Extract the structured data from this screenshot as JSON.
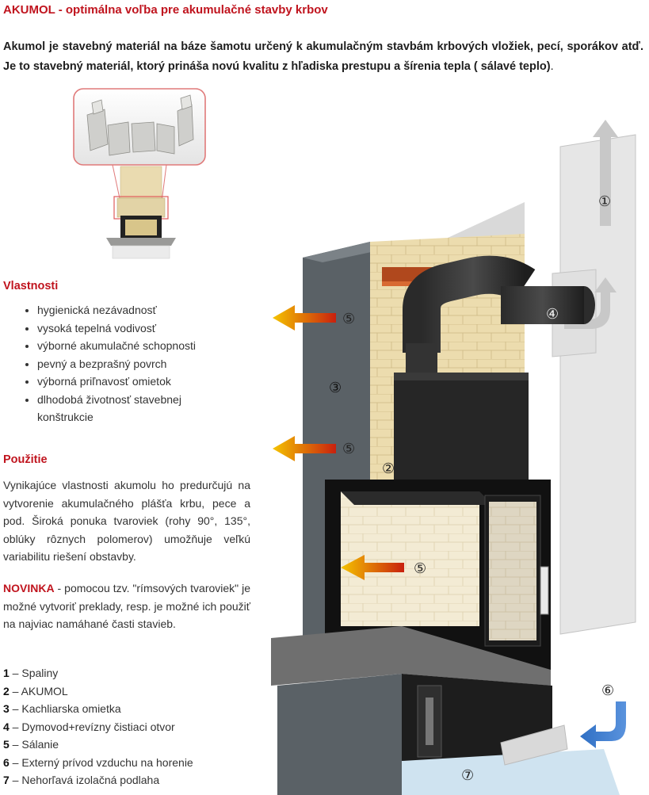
{
  "title": "AKUMOL - optimálna voľba pre akumulačné stavby krbov",
  "intro": {
    "bold": "Akumol je stavebný materiál na báze šamotu určený k akumulačným stavbám krbových vložiek, pecí, sporákov atď. Je to stavebný materiál, ktorý prináša novú kvalitu z hľadiska prestupu a šírenia tepla ( sálavé teplo)",
    "tail": "."
  },
  "vlastnosti": {
    "heading": "Vlastnosti",
    "items": [
      "hygienická nezávadnosť",
      "vysoká tepelná vodivosť",
      "výborné akumulačné schopnosti",
      "pevný a bezprašný povrch",
      "výborná priľnavosť omietok",
      "dlhodobá životnosť stavebnej konštrukcie"
    ]
  },
  "pouzitie": {
    "heading": "Použitie",
    "text": "Vynikajúce vlastnosti akumolu ho predurčujú na vytvorenie akumulačného plášťa krbu, pece a pod. Široká ponuka tvaroviek (rohy 90°, 135°, oblúky rôznych polomerov) umožňuje veľkú variabilitu riešení obstavby."
  },
  "novinka": {
    "label": "NOVINKA",
    "text": " - pomocou tzv. \"rímsových tvaroviek\" je možné vytvoriť preklady, resp. je možné ich použiť na najviac namáhané časti stavieb."
  },
  "legend": [
    {
      "num": "1",
      "text": " – Spaliny"
    },
    {
      "num": "2",
      "text": " – AKUMOL"
    },
    {
      "num": "3",
      "text": " – Kachliarska omietka"
    },
    {
      "num": "4",
      "text": " – Dymovod+revízny čistiaci otvor"
    },
    {
      "num": "5",
      "text": " – Sálanie"
    },
    {
      "num": "6",
      "text": " – Externý prívod vzduchu na horenie"
    },
    {
      "num": "7",
      "text": " – Nehorľavá izolačná podlaha"
    }
  ],
  "diagram_markers": {
    "m1": "①",
    "m2": "②",
    "m3": "③",
    "m4": "④",
    "m5a": "⑤",
    "m5b": "⑤",
    "m5c": "⑤",
    "m6": "⑥",
    "m7": "⑦"
  },
  "colors": {
    "title_red": "#c0141e",
    "render_grey": "#5a6166",
    "akumol_tan": "#e9d9a8",
    "heat_arrow_yellow": "#f5c400",
    "heat_arrow_red": "#c8200e",
    "air_arrow_blue": "#2f6fc4"
  }
}
